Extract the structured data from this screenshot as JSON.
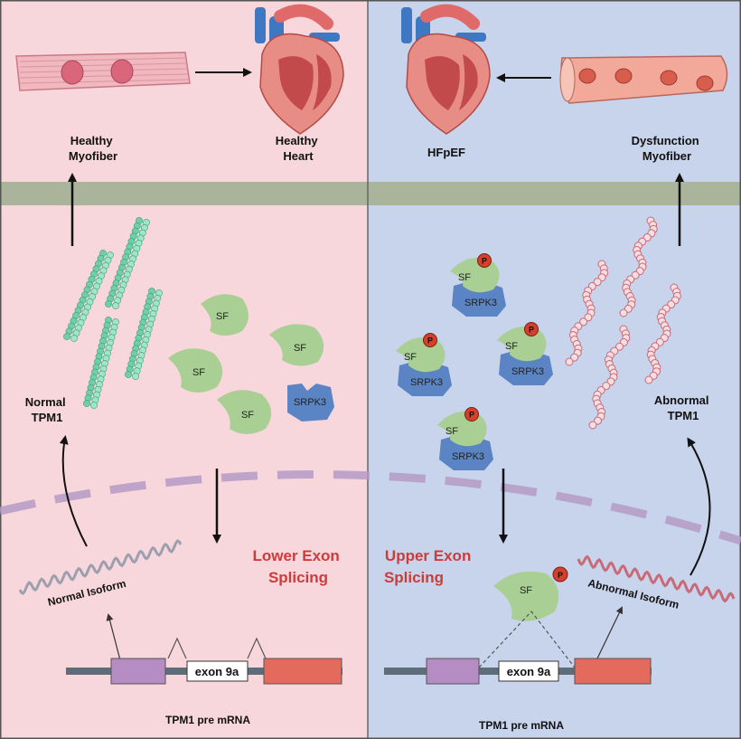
{
  "left": {
    "healthy_myofiber": [
      "Healthy",
      "Myofiber"
    ],
    "healthy_heart": [
      "Healthy",
      "Heart"
    ],
    "normal_tpm1": [
      "Normal",
      "TPM1"
    ],
    "sf_labels": [
      "SF",
      "SF",
      "SF",
      "SF"
    ],
    "srpk3_label": "SRPK3",
    "splicing": [
      "Lower Exon",
      "Splicing"
    ],
    "isoform": "Normal Isoform",
    "exon": "exon 9a",
    "pre_mrna": "TPM1 pre mRNA"
  },
  "right": {
    "hfpef": "HFpEF",
    "dysfunction_myofiber": [
      "Dysfunction",
      "Myofiber"
    ],
    "abnormal_tpm1": [
      "Abnormal",
      "TPM1"
    ],
    "sf_label": "SF",
    "srpk3_label": "SRPK3",
    "p_label": "P",
    "splicing": [
      "Upper Exon",
      "Splicing"
    ],
    "isoform": "Abnormal Isoform",
    "exon": "exon 9a",
    "pre_mrna": "TPM1 pre mRNA"
  },
  "colors": {
    "left_bg": "#f8d7dc",
    "right_bg": "#c8d3ec",
    "band": "#a9b49a",
    "sf": "#a9cf94",
    "srpk3": "#5a84c4",
    "phospho": "#d6402b",
    "red_text": "#d03a3a",
    "purple_exon": "#b58cc3",
    "red_exon": "#e36a5c",
    "normal_tpm1": "#6fd0a8",
    "abnormal_tpm1": "#e8a7ae"
  }
}
